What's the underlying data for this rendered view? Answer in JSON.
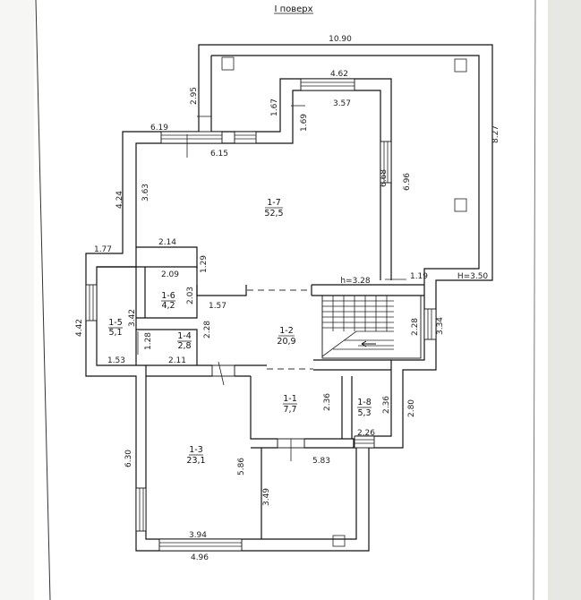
{
  "title": "I поверх",
  "rooms": [
    {
      "id": "1-7",
      "area": "52,5"
    },
    {
      "id": "1-6",
      "area": "4,2"
    },
    {
      "id": "1-5",
      "area": "5,1"
    },
    {
      "id": "1-4",
      "area": "2,8"
    },
    {
      "id": "1-2",
      "area": "20,9"
    },
    {
      "id": "1-1",
      "area": "7,7"
    },
    {
      "id": "1-8",
      "area": "5,3"
    },
    {
      "id": "1-3",
      "area": "23,1"
    }
  ],
  "dimensions": {
    "d10_90": "10.90",
    "d4_62": "4.62",
    "d3_57": "3.57",
    "d2_95": "2.95",
    "d1_67": "1.67",
    "d1_69": "1.69",
    "d8_27": "8.27",
    "d6_19": "6.19",
    "d6_15": "6.15",
    "d6_68": "6.68",
    "d6_96": "6.96",
    "d4_24": "4.24",
    "d3_63": "3.63",
    "d1_77": "1.77",
    "d2_14": "2.14",
    "d1_29": "1.29",
    "h3_28": "h=3.28",
    "d1_19": "1.19",
    "h3_50": "H=3.50",
    "d2_09": "2.09",
    "d2_03": "2.03",
    "d1_57": "1.57",
    "d4_42": "4.42",
    "d3_42": "3.42",
    "d1_28": "1.28",
    "d2_28a": "2.28",
    "d2_28b": "2.28",
    "d3_34": "3.34",
    "d1_53": "1.53",
    "d2_11": "2.11",
    "d2_36a": "2.36",
    "d2_36b": "2.36",
    "d2_80": "2.80",
    "d2_26": "2.26",
    "d6_30": "6.30",
    "d5_86": "5.86",
    "d5_83": "5.83",
    "d3_49": "3.49",
    "d3_94": "3.94",
    "d4_96": "4.96"
  }
}
